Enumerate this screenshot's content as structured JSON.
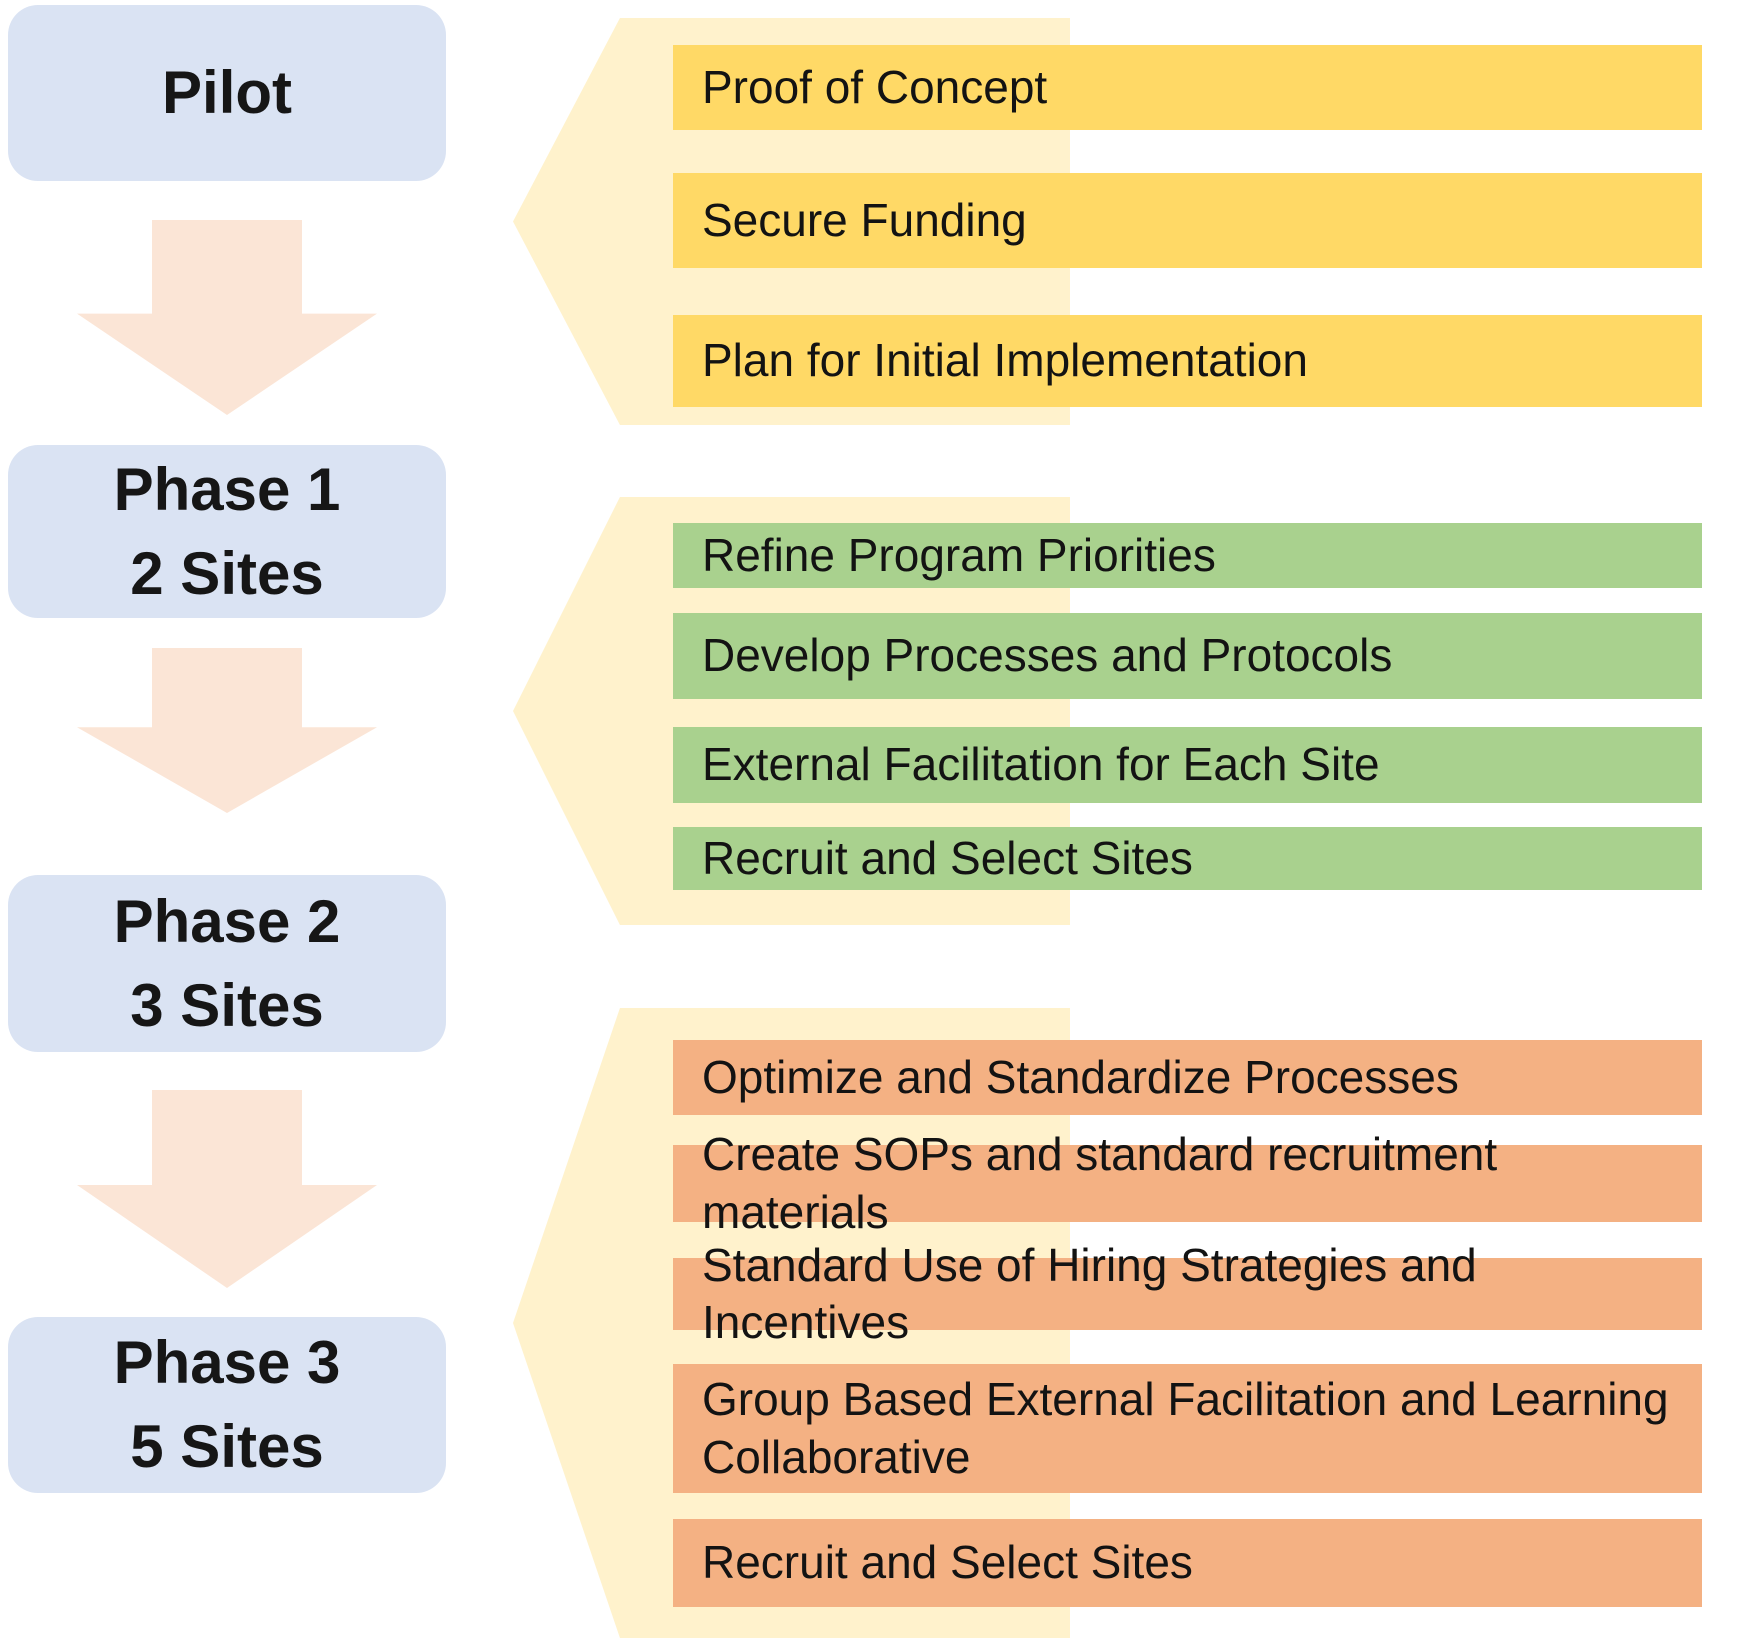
{
  "diagram": {
    "phases": [
      {
        "label": "Pilot"
      },
      {
        "label": "Phase 1\n2 Sites"
      },
      {
        "label": "Phase 2\n3 Sites"
      },
      {
        "label": "Phase 3\n5 Sites"
      }
    ],
    "activity_groups": [
      {
        "bar_color": "#FFD966",
        "activities": [
          "Proof of Concept",
          "Secure Funding",
          "Plan for Initial Implementation"
        ]
      },
      {
        "bar_color": "#A9D18E",
        "activities": [
          "Refine Program Priorities",
          "Develop Processes and Protocols",
          "External Facilitation for Each Site",
          "Recruit and Select Sites"
        ]
      },
      {
        "bar_color": "#F4B183",
        "activities": [
          "Optimize and Standardize Processes",
          "Create SOPs and standard recruitment materials",
          "Standard Use of Hiring Strategies and Incentives",
          "Group Based External Facilitation and Learning\nCollaborative",
          "Recruit and Select Sites"
        ]
      }
    ],
    "colors": {
      "phase_box": "#DAE3F3",
      "down_arrow": "#FBE5D6",
      "chevron_backdrop": "#FFF2CC",
      "pilot_bars": "#FFD966",
      "phase1_bars": "#A9D18E",
      "phase23_bars": "#F4B183",
      "text": "#131313",
      "background": "#FFFFFF"
    }
  }
}
